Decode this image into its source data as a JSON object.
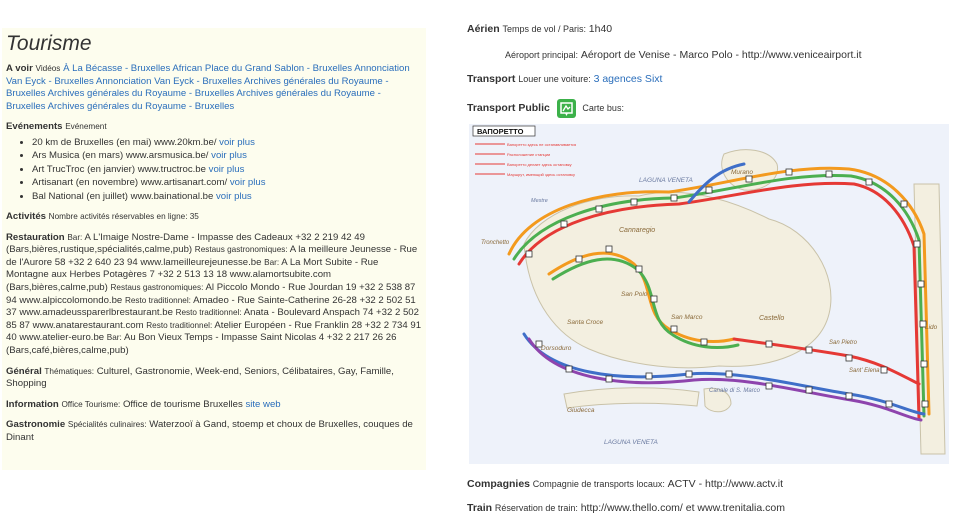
{
  "tourism": {
    "title": "Tourisme",
    "avoir": {
      "label": "A voir",
      "sublabel": "Vidéos",
      "text": "À La Bécasse - Bruxelles African Place du Grand Sablon - Bruxelles Annonciation Van Eyck - Bruxelles Annonciation Van Eyck - Bruxelles Archives générales du Royaume - Bruxelles Archives générales du Royaume - Bruxelles Archives générales du Royaume - Bruxelles Archives générales du Royaume - Bruxelles"
    },
    "events": {
      "label": "Evénements",
      "sublabel": "Evénement",
      "items": [
        {
          "text": "20 km de Bruxelles (en mai) www.20km.be/",
          "link": "voir plus"
        },
        {
          "text": "Ars Musica (en mars) www.arsmusica.be/",
          "link": "voir plus"
        },
        {
          "text": "Art TrucTroc (en janvier) www.tructroc.be",
          "link": "voir plus"
        },
        {
          "text": "Artisanart (en novembre) www.artisanart.com/",
          "link": "voir plus"
        },
        {
          "text": "Bal National (en juillet) www.bainational.be",
          "link": "voir plus"
        }
      ]
    },
    "activities": {
      "label": "Activités",
      "text": "Nombre activités réservables en ligne: 35"
    },
    "restauration": {
      "label": "Restauration",
      "segments": [
        {
          "tag": "Bar:",
          "text": "A L'Imaige Nostre-Dame - Impasse des Cadeaux +32 2 219 42 49 (Bars,bières,rustique,spécialités,calme,pub)"
        },
        {
          "tag": "Restaus gastronomiques:",
          "text": "A la meilleure Jeunesse - Rue de l'Aurore 58 +32 2 640 23 94 www.lameilleurejeunesse.be"
        },
        {
          "tag": "Bar:",
          "text": "A La Mort Subite - Rue Montagne aux Herbes Potagères 7 +32 2 513 13 18 www.alamortsubite.com (Bars,bières,calme,pub)"
        },
        {
          "tag": "Restaus gastronomiques:",
          "text": "Al Piccolo Mondo - Rue Jourdan 19 +32 2 538 87 94 www.alpiccolomondo.be"
        },
        {
          "tag": "Resto traditionnel:",
          "text": "Amadeo - Rue Sainte-Catherine 26-28 +32 2 502 51 37 www.amadeussparerlbrestaurant.be"
        },
        {
          "tag": "Resto traditionnel:",
          "text": "Anata - Boulevard Anspach 74 +32 2 502 85 87 www.anatarestaurant.com"
        },
        {
          "tag": "Resto traditionnel:",
          "text": "Atelier Européen - Rue Franklin 28 +32 2 734 91 40 www.atelier-euro.be"
        },
        {
          "tag": "Bar:",
          "text": "Au Bon Vieux Temps - Impasse Saint Nicolas 4 +32 2 217 26 26 (Bars,café,bières,calme,pub)"
        }
      ]
    },
    "general": {
      "label": "Général",
      "sublabel": "Thématiques:",
      "text": "Culturel, Gastronomie, Week-end, Seniors, Célibataires, Gay, Famille, Shopping"
    },
    "information": {
      "label": "Information",
      "sublabel": "Office Tourisme:",
      "text": "Office de tourisme Bruxelles",
      "link": "site web"
    },
    "gastronomie": {
      "label": "Gastronomie",
      "sublabel": "Spécialités culinaires:",
      "text": "Waterzooï à Gand, stoemp et choux de Bruxelles, couques de Dinant"
    }
  },
  "transport": {
    "aerien": {
      "label": "Aérien",
      "sublabel": "Temps de vol / Paris:",
      "value": "1h40"
    },
    "airport": {
      "sublabel": "Aéroport principal:",
      "value": "Aéroport de Venise - Marco Polo - http://www.veniceairport.it"
    },
    "rental": {
      "label": "Transport",
      "sublabel": "Louer une voiture:",
      "link": "3 agences Sixt"
    },
    "public": {
      "label": "Transport Public",
      "icon": "map-icon",
      "sublabel": "Carte bus:"
    },
    "map": {
      "legend_title": "ВАПОРЕТТО",
      "legend_lines": [
        "Вапоретто здесь не останавливается",
        "Расположение станции",
        "Вапоретто делает здесь остановку",
        "Маршрут, имеющий здесь остановку"
      ],
      "labels": [
        "LAGUNA VENETA",
        "Cannaregio",
        "San Polo",
        "Santa Croce",
        "Dorsoduro",
        "San Marco",
        "Castello",
        "Murano",
        "Giudecca",
        "Canale di S. Marco",
        "San Pietro",
        "Lido",
        "LAGUNA VENETA",
        "Tronchetto",
        "Mestre",
        "Sant' Elena"
      ],
      "colors": {
        "orange": "#f39a1e",
        "green": "#4caf50",
        "red": "#e53935",
        "blue": "#3f6fc8",
        "purple": "#8e44ad",
        "water": "#d9e4f5"
      }
    },
    "companies": {
      "label": "Compagnies",
      "sublabel": "Compagnie de transports locaux:",
      "value": "ACTV - http://www.actv.it"
    },
    "train": {
      "label": "Train",
      "sublabel": "Réservation de train:",
      "value": "http://www.thello.com/ et www.trenitalia.com"
    }
  }
}
